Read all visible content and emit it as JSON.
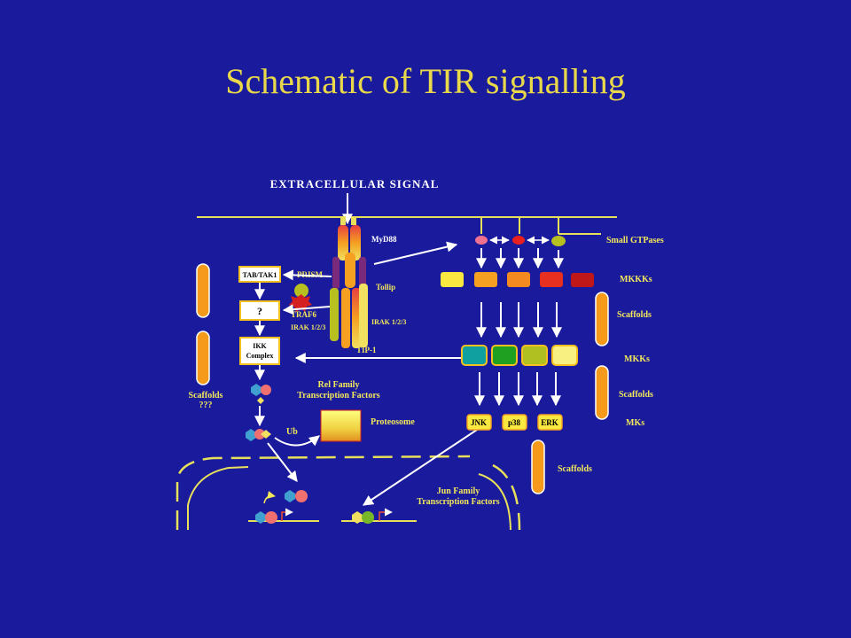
{
  "title": "Schematic of TIR signalling",
  "labels": {
    "extracellular": "EXTRACELLULAR SIGNAL",
    "myd88": "MyD88",
    "tollip": "Tollip",
    "irak123_right": "IRAK 1/2/3",
    "irak123_left": "IRAK 1/2/3",
    "prism": "PRISM",
    "traf6": "TRAF6",
    "tiip1": "TIP-1",
    "tab_tak1": "TAB/TAK1",
    "question": "?",
    "ikk_line1": "IKK",
    "ikk_line2": "Complex",
    "scaffolds_left": "Scaffolds",
    "scaffolds_left_q": "???",
    "rel_line1": "Rel Family",
    "rel_line2": "Transcription Factors",
    "ub": "Ub",
    "proteosome": "Proteosome",
    "small_gtpases": "Small GTPases",
    "mkkks": "MKKKs",
    "scaffolds_r1": "Scaffolds",
    "mkks": "MKKs",
    "scaffolds_r2": "Scaffolds",
    "mks": "MKs",
    "scaffolds_r3": "Scaffolds",
    "jnk": "JNK",
    "p38": "p38",
    "erk": "ERK",
    "jun_line1": "Jun Family",
    "jun_line2": "Transcription Factors"
  },
  "colors": {
    "background": "#1a1a9c",
    "title": "#e8d84a",
    "label": "#f2e85a",
    "membrane": "#e8e05a",
    "scaffold": "#f59a1a"
  }
}
